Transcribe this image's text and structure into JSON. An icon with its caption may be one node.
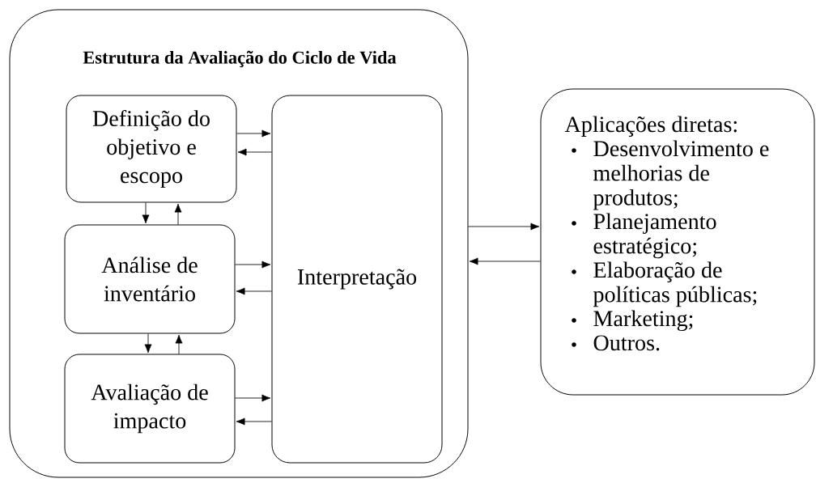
{
  "diagram": {
    "nodes": [
      {
        "text": [
          "Estrutura da Avaliação do Ciclo de Vida"
        ]
      },
      {
        "text": [
          "Definição do objetivo e escopo"
        ],
        "in": 0
      },
      {
        "text": [
          "Análise de inventário"
        ],
        "in": 0
      },
      {
        "text": [
          "Avaliação de impacto"
        ],
        "in": 0
      },
      {
        "text": [
          "Interpretação"
        ],
        "in": 0
      },
      {
        "text": [
          "Aplicações diretas:",
          "Desenvolvimento e melhorias de produtos;",
          "Planejamento estratégico;",
          "Elaboração de políticas públicas;",
          "Marketing;",
          "Outros."
        ]
      }
    ],
    "edges": [
      {
        "from": 1,
        "to": 4,
        "arrow": "to"
      },
      {
        "from": 4,
        "to": 1,
        "arrow": "to"
      },
      {
        "from": 1,
        "to": 2,
        "arrow": "to"
      },
      {
        "from": 2,
        "to": 1,
        "arrow": "to"
      },
      {
        "from": 2,
        "to": 4,
        "arrow": "to"
      },
      {
        "from": 4,
        "to": 2,
        "arrow": "to"
      },
      {
        "from": 2,
        "to": 3,
        "arrow": "to"
      },
      {
        "from": 3,
        "to": 2,
        "arrow": "to"
      },
      {
        "from": 3,
        "to": 4,
        "arrow": "to"
      },
      {
        "from": 4,
        "to": 3,
        "arrow": "to"
      },
      {
        "from": 0,
        "to": 5,
        "arrow": "to"
      },
      {
        "from": 5,
        "to": 0,
        "arrow": "to"
      }
    ]
  }
}
